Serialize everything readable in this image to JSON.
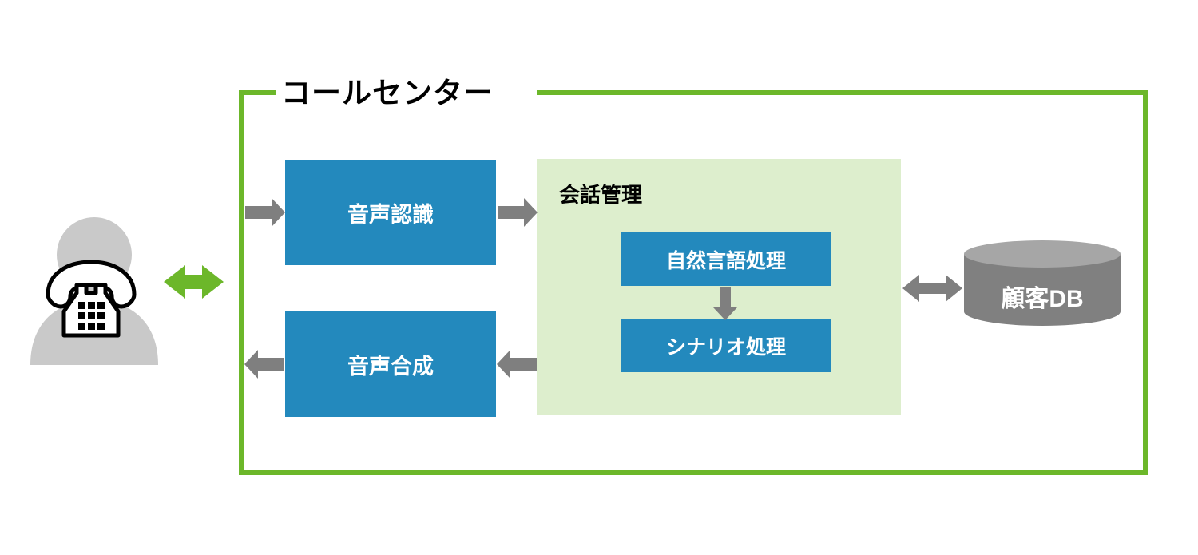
{
  "diagram": {
    "title": "コールセンター",
    "frame_color": "#6cb72a",
    "background": "#ffffff"
  },
  "actors": {
    "customer": {
      "icon": "person-with-telephone-icon",
      "silhouette_color": "#c9c9c9",
      "phone_outline_color": "#000000"
    }
  },
  "connectors": {
    "customer_link": {
      "label": "",
      "direction": "bidirectional",
      "color": "#6cb72a"
    },
    "customer_to_asr": {
      "direction": "right",
      "color": "#7f7f7f"
    },
    "asr_to_dialog": {
      "direction": "right",
      "color": "#7f7f7f"
    },
    "nlp_to_scenario": {
      "direction": "down",
      "color": "#7f7f7f"
    },
    "dialog_to_tts": {
      "direction": "left",
      "color": "#7f7f7f"
    },
    "tts_to_customer": {
      "direction": "left",
      "color": "#7f7f7f"
    },
    "dialog_to_db": {
      "direction": "bidirectional",
      "color": "#7f7f7f"
    }
  },
  "blocks": {
    "speech_recognition": {
      "label": "音声認識",
      "color": "#2389bd",
      "text_color": "#ffffff"
    },
    "speech_synthesis": {
      "label": "音声合成",
      "color": "#2389bd",
      "text_color": "#ffffff"
    },
    "dialog_management": {
      "label": "会話管理",
      "color": "#ddeecd",
      "text_color": "#000000",
      "children": {
        "nlp": {
          "label": "自然言語処理",
          "color": "#2389bd",
          "text_color": "#ffffff"
        },
        "scenario": {
          "label": "シナリオ処理",
          "color": "#2389bd",
          "text_color": "#ffffff"
        }
      }
    },
    "customer_db": {
      "label": "顧客DB",
      "body_color": "#808080",
      "top_color": "#a6a6a6",
      "text_color": "#ffffff"
    }
  }
}
